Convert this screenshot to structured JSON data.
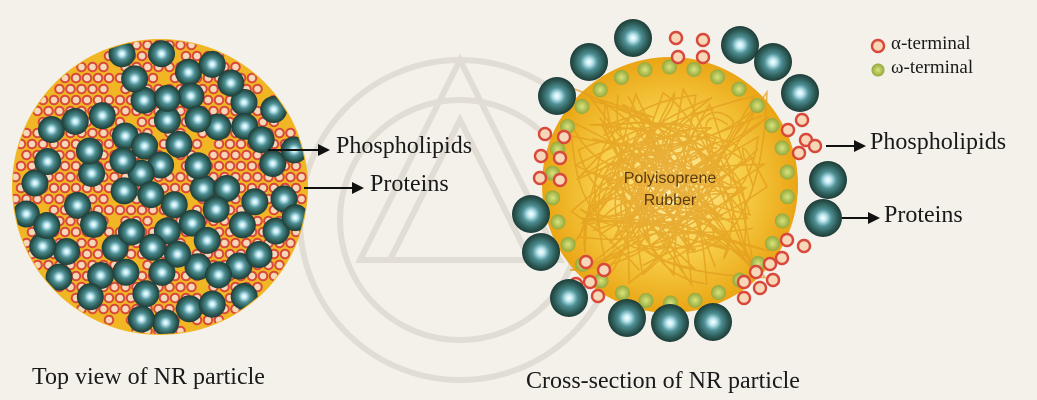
{
  "legend": {
    "alpha": "α-terminal",
    "omega": "ω-terminal"
  },
  "top_view": {
    "phospholipids_label": "Phospholipids",
    "proteins_label": "Proteins",
    "caption": "Top view of NR particle"
  },
  "cross_section": {
    "core_line1": "Polyisoprene",
    "core_line2": "Rubber",
    "phospholipids_label": "Phospholipids",
    "proteins_label": "Proteins",
    "caption": "Cross-section of NR particle"
  },
  "colors": {
    "background": "#f4f1ea",
    "core_yellow": "#f2b81e",
    "protein_teal": "#2f5f5a",
    "protein_highlight": "#bfe9f2",
    "phospholipid_red": "#d8493b",
    "phospholipid_fill": "#f6d7b8",
    "omega_green": "#a9ba4a"
  }
}
